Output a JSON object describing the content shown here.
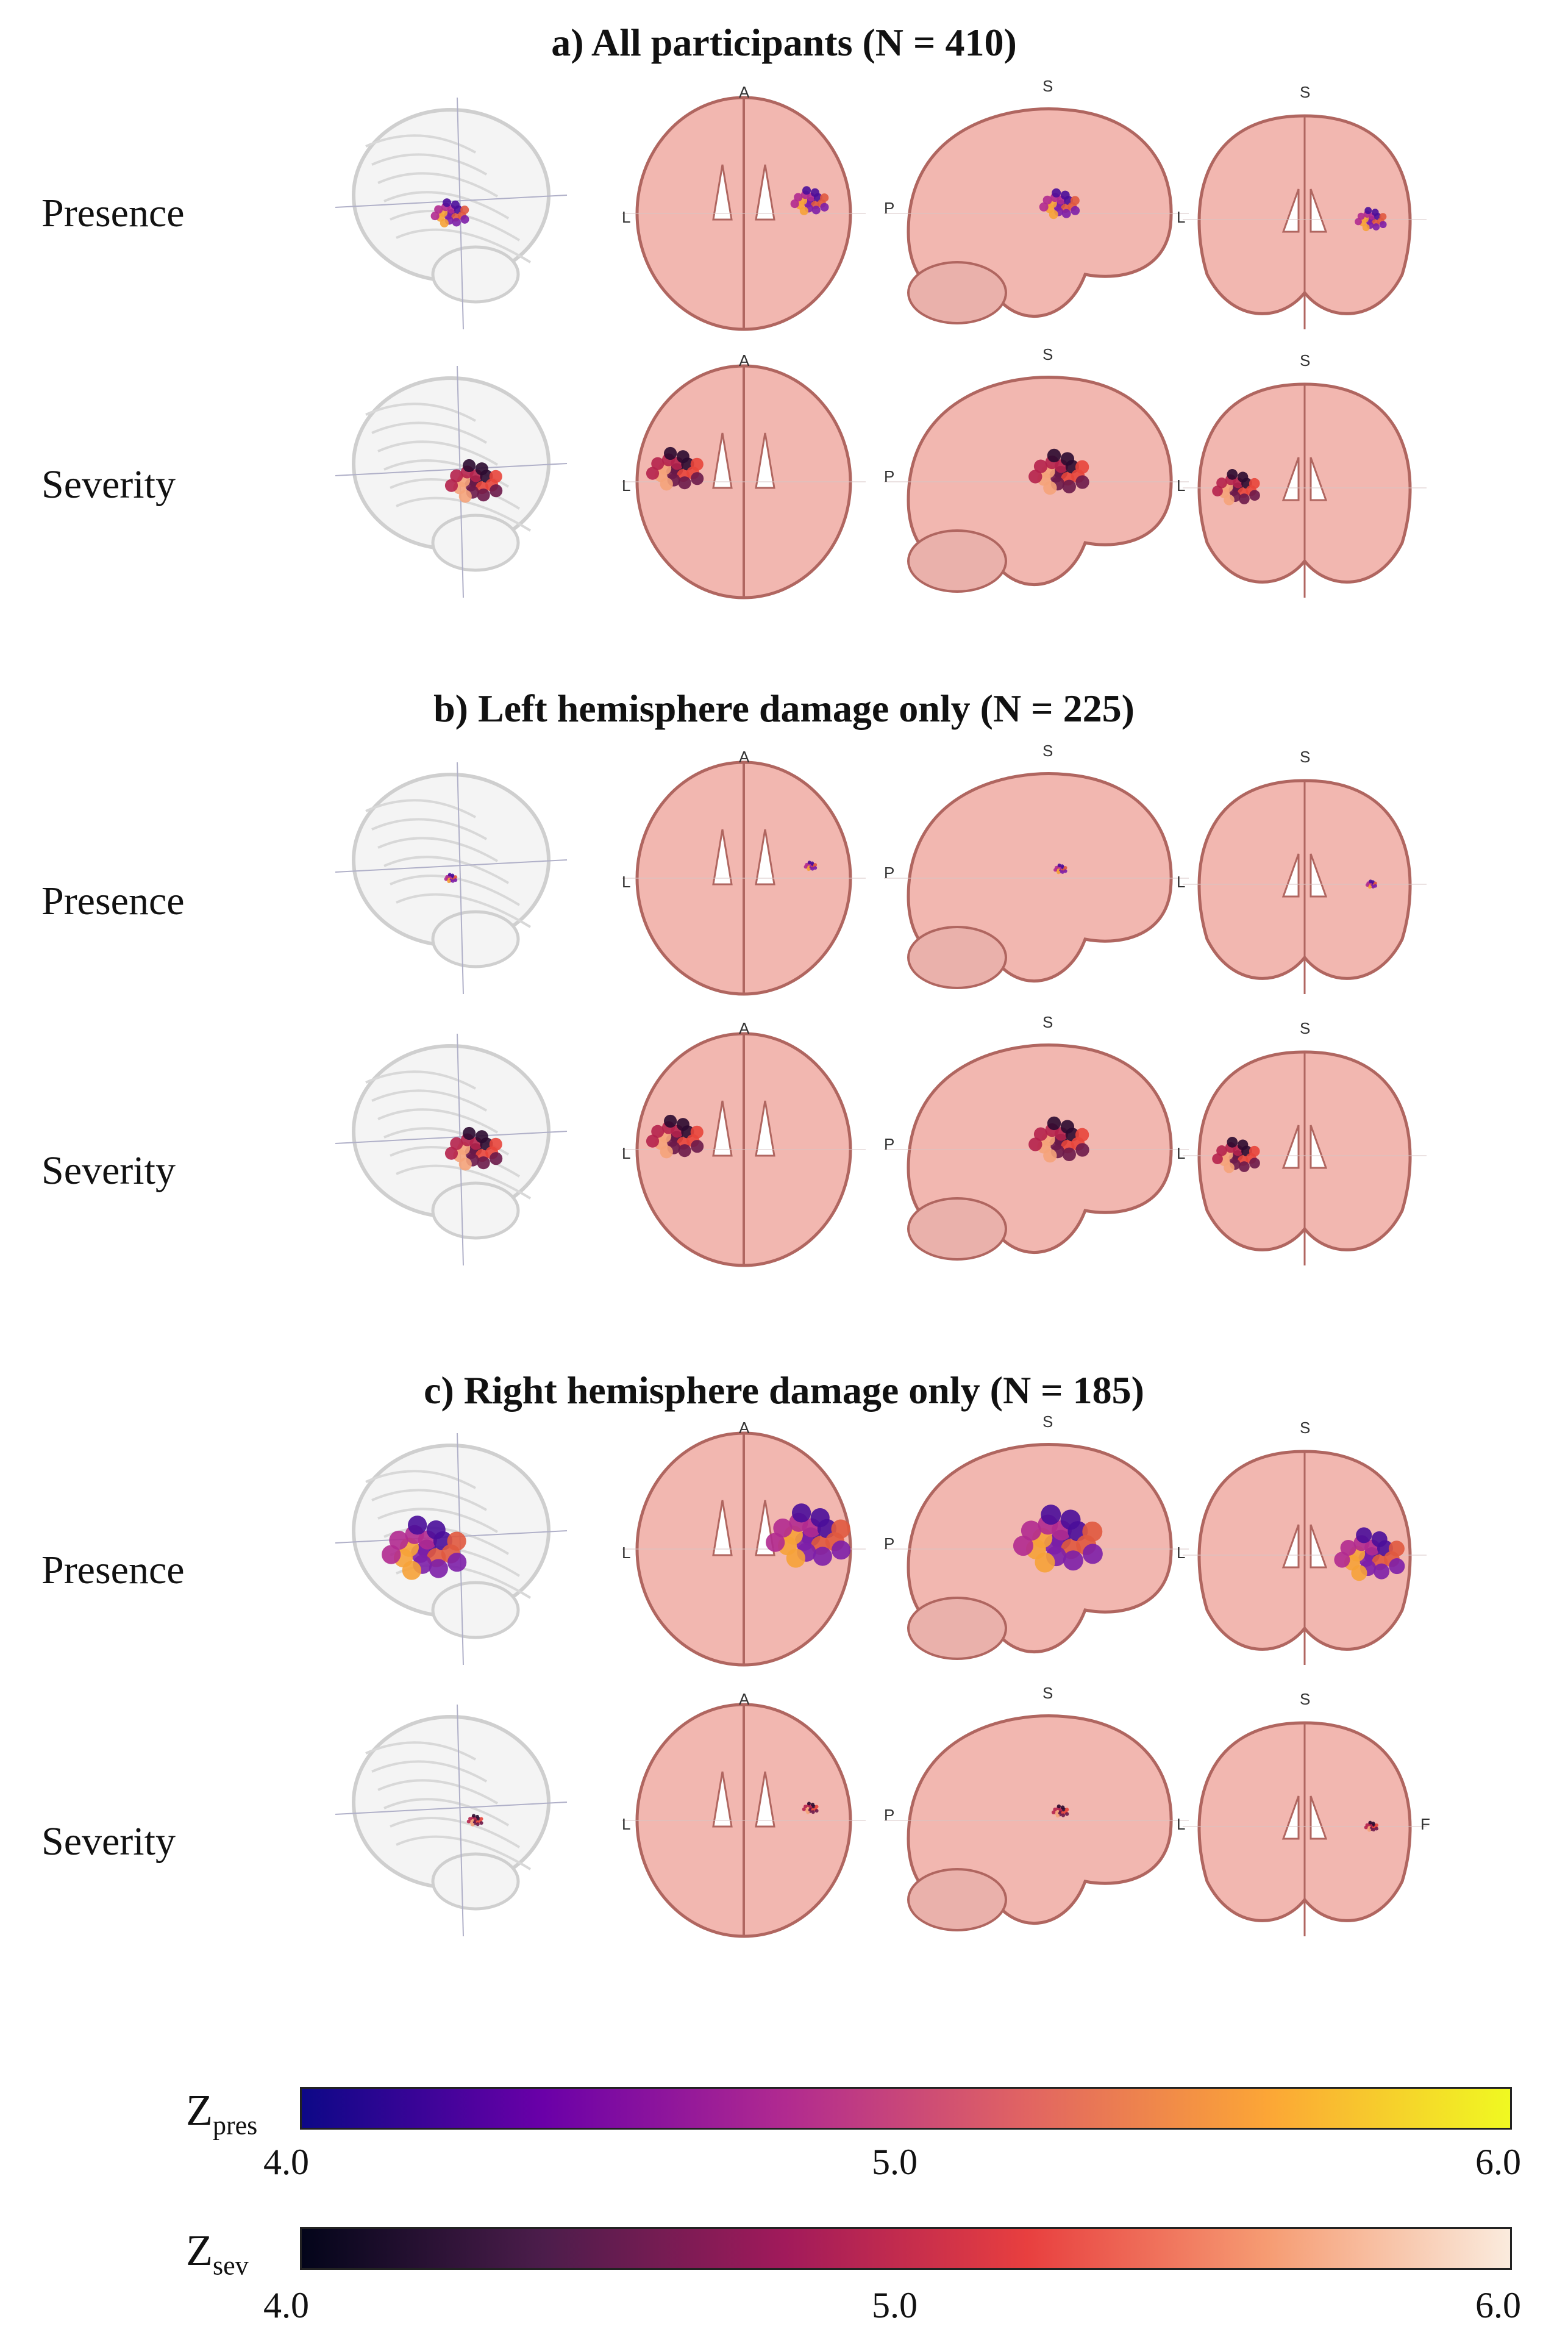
{
  "sections": [
    {
      "title": "a) All participants (N = 410)",
      "rows": [
        {
          "label": "Presence",
          "cluster": "pres-small"
        },
        {
          "label": "Severity",
          "cluster": "sev-medium"
        }
      ]
    },
    {
      "title": "b) Left hemisphere damage only (N = 225)",
      "rows": [
        {
          "label": "Presence",
          "cluster": "pres-tiny"
        },
        {
          "label": "Severity",
          "cluster": "sev-medium"
        }
      ]
    },
    {
      "title": "c) Right hemisphere damage only (N = 185)",
      "rows": [
        {
          "label": "Presence",
          "cluster": "pres-large"
        },
        {
          "label": "Severity",
          "cluster": "sev-tiny"
        }
      ]
    }
  ],
  "orientation_labels": {
    "anterior": "A",
    "left": "L",
    "posterior": "P",
    "superior": "S",
    "right": "F"
  },
  "colorbars": [
    {
      "label_main": "Z",
      "label_sub": "pres",
      "colormap": "plasma",
      "ticks": [
        "4.0",
        "5.0",
        "6.0"
      ],
      "range": [
        4.0,
        6.0
      ],
      "gradient": [
        "#0d0887",
        "#6a00a8",
        "#b12a90",
        "#e16462",
        "#fca636",
        "#f0f921"
      ]
    },
    {
      "label_main": "Z",
      "label_sub": "sev",
      "colormap": "rocket",
      "ticks": [
        "4.0",
        "5.0",
        "6.0"
      ],
      "range": [
        4.0,
        6.0
      ],
      "gradient": [
        "#03051a",
        "#4c1d4b",
        "#a11a5b",
        "#e83f3f",
        "#f69c73",
        "#faebdd"
      ]
    }
  ],
  "colors": {
    "brain_tissue": "#f2b7b0",
    "brain_dark": "#b06660",
    "glass_brain": "#cfcfcf"
  }
}
